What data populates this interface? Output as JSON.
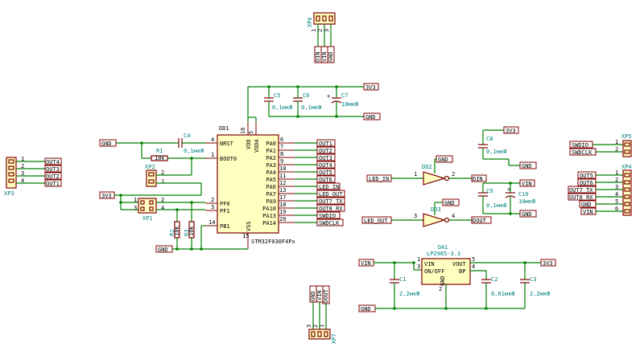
{
  "mcu": {
    "ref": "DD1",
    "part": "STM32F030F4Px",
    "left_pins": [
      {
        "num": "4",
        "name": "NRST"
      },
      {
        "num": "1",
        "name": "BOOT0"
      },
      {
        "num": "2",
        "name": "PF0"
      },
      {
        "num": "3",
        "name": "PF1"
      },
      {
        "num": "14",
        "name": "PB1"
      }
    ],
    "top_pins": [
      {
        "num": "16",
        "name": "VDD"
      },
      {
        "num": "5",
        "name": "VDDA"
      }
    ],
    "bottom_pin": {
      "num": "15",
      "name": "VSS"
    },
    "right_pins": [
      {
        "num": "6",
        "name": "PA0",
        "net": "OUT1"
      },
      {
        "num": "7",
        "name": "PA1",
        "net": "OUT2"
      },
      {
        "num": "8",
        "name": "PA2",
        "net": "OUT3"
      },
      {
        "num": "9",
        "name": "PA3",
        "net": "OUT4"
      },
      {
        "num": "10",
        "name": "PA4",
        "net": "OUT5"
      },
      {
        "num": "11",
        "name": "PA5",
        "net": "OUT6"
      },
      {
        "num": "12",
        "name": "PA6",
        "net": "LED_IN"
      },
      {
        "num": "13",
        "name": "PA7",
        "net": "LED_OUT"
      },
      {
        "num": "17",
        "name": "PA9",
        "net": "OUT7_TX"
      },
      {
        "num": "18",
        "name": "PA10",
        "net": "OUT8_RX"
      },
      {
        "num": "19",
        "name": "PA13",
        "net": "SWDIO"
      },
      {
        "num": "20",
        "name": "PA14",
        "net": "SWDCLK"
      }
    ]
  },
  "nets": {
    "v33": "3V3",
    "gnd": "GND",
    "vin": "VIN",
    "din": "DIN",
    "dout": "DOUT",
    "led_in": "LED_IN",
    "led_out": "LED_OUT",
    "swdio": "SWDIO",
    "swdclk": "SWDCLK"
  },
  "parts": {
    "c4": {
      "ref": "C4",
      "value": "0,1мкФ"
    },
    "c5": {
      "ref": "C5",
      "value": "0,1мкФ"
    },
    "c6": {
      "ref": "C6",
      "value": "0,1мкФ"
    },
    "c7": {
      "ref": "C7",
      "value": "10мкФ"
    },
    "c8": {
      "ref": "C8",
      "value": "0,1мкФ"
    },
    "c9": {
      "ref": "C9",
      "value": "0,1мкФ"
    },
    "c10": {
      "ref": "C10",
      "value": "10мкФ"
    },
    "c1": {
      "ref": "C1",
      "value": "2,2мкФ"
    },
    "c2": {
      "ref": "C2",
      "value": "0,01мкФ"
    },
    "c3": {
      "ref": "C3",
      "value": "2,2мкФ"
    },
    "r1": {
      "ref": "R1",
      "value": "10k"
    },
    "r2": {
      "ref": "R2",
      "value": "10k"
    },
    "r3": {
      "ref": "R3",
      "value": "10k"
    },
    "dd2": {
      "ref": "DD2",
      "pins": [
        "1",
        "2"
      ]
    },
    "dd3": {
      "ref": "DD3",
      "pins": [
        "3",
        "4"
      ]
    },
    "da1": {
      "ref": "DA1",
      "part": "LP2985-3.3",
      "pins": [
        "VIN",
        "ON/OFF",
        "GND",
        "VOUT",
        "BP",
        "1",
        "3",
        "2",
        "5",
        "4"
      ]
    }
  },
  "connectors": {
    "xp1": {
      "ref": "XP1",
      "pins": [
        "1",
        "2",
        "3",
        "4"
      ]
    },
    "xp2": {
      "ref": "XP2",
      "pins": [
        "2",
        "1"
      ]
    },
    "xp3": {
      "ref": "XP3",
      "pins": [
        "1",
        "2",
        "3",
        "4"
      ],
      "nets": [
        "OUT4",
        "OUT3",
        "OUT2",
        "OUT1"
      ]
    },
    "xp4": {
      "ref": "XP4",
      "pins": [
        "1",
        "2",
        "3",
        "4",
        "5",
        "6"
      ],
      "nets": [
        "OUT5",
        "OUT6",
        "OUT7_TX",
        "OUT8_RX",
        "GND",
        "VIN"
      ]
    },
    "xp5": {
      "ref": "XP5",
      "pins": [
        "1",
        "2"
      ],
      "nets": [
        "SWDIO",
        "SWDCLK"
      ]
    },
    "xp6": {
      "ref": "XP6",
      "pins": [
        "1",
        "2",
        "3"
      ],
      "nets": [
        "DIN",
        "VIN",
        "GND"
      ]
    },
    "xp7": {
      "ref": "XP7",
      "pins": [
        "3",
        "2",
        "1"
      ],
      "nets": [
        "GND",
        "VIN",
        "DOUT"
      ]
    }
  }
}
